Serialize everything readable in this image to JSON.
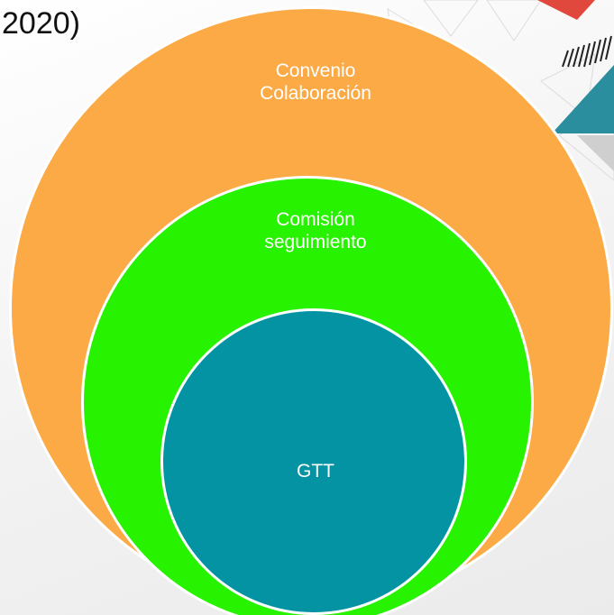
{
  "heading": {
    "text": "2020)"
  },
  "diagram": {
    "type": "nested-circles",
    "colors": {
      "outer": "#FCAA45",
      "middle": "#27F200",
      "inner": "#0393A3",
      "text": "#FFFFFF",
      "accent_red": "#E0483E",
      "accent_teal": "#2A8E9E"
    },
    "levels": [
      {
        "id": "outer",
        "lines": [
          "Convenio",
          "Colaboración"
        ]
      },
      {
        "id": "middle",
        "lines": [
          "Comisión",
          "seguimiento"
        ]
      },
      {
        "id": "inner",
        "lines": [
          "GTT"
        ]
      }
    ]
  }
}
